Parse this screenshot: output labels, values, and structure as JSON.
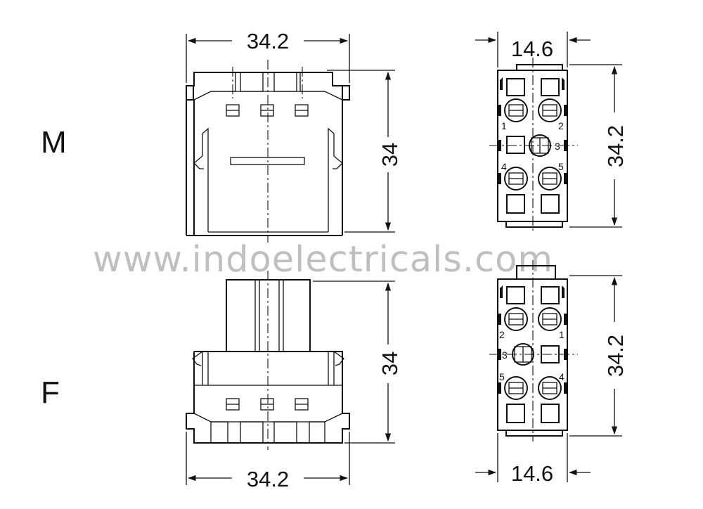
{
  "labels": {
    "male": "M",
    "female": "F"
  },
  "watermark": "www.indoelectricals.com",
  "dimensions": {
    "m_width": "34.2",
    "m_height": "34",
    "m_side_width": "14.6",
    "m_side_height": "34.2",
    "f_width": "34.2",
    "f_height": "34",
    "f_side_width": "14.6",
    "f_side_height": "34.2"
  },
  "pins_m": [
    "1",
    "2",
    "3",
    "4",
    "5"
  ],
  "pins_f": [
    "1",
    "2",
    "3",
    "4",
    "5"
  ],
  "colors": {
    "line": "#111111",
    "watermark": "#b4b4b4",
    "background": "#ffffff"
  }
}
